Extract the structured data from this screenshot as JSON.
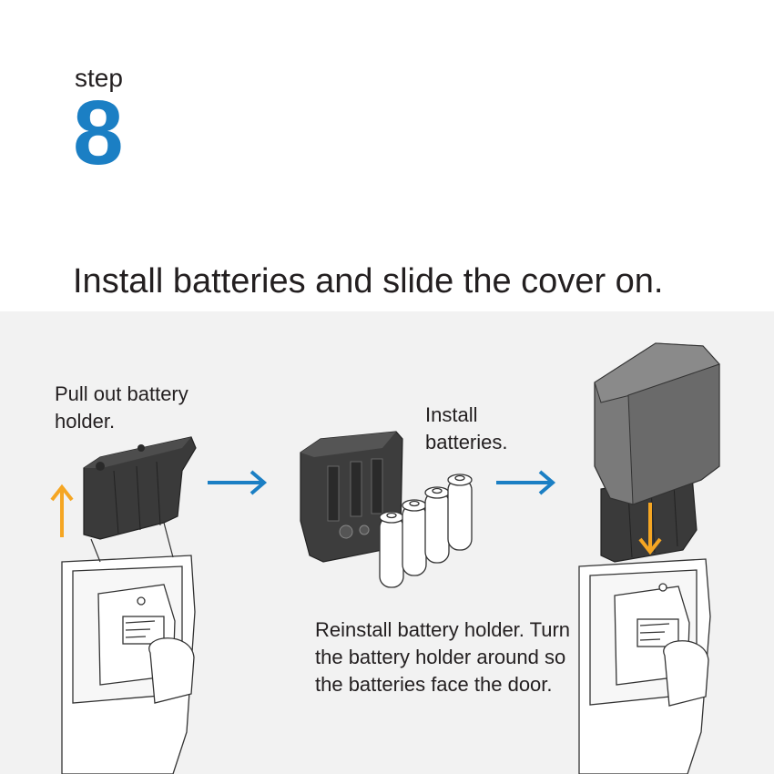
{
  "step": {
    "label": "step",
    "number": "8"
  },
  "heading": "Install batteries and slide the cover on.",
  "captions": {
    "pull_out": "Pull out battery holder.",
    "install": "Install batteries.",
    "reinstall": "Reinstall battery holder. Turn the battery holder around so the batteries face the door."
  },
  "colors": {
    "accent_blue": "#1b7fc4",
    "arrow_orange": "#f5a623",
    "panel_bg": "#f2f2f2",
    "holder_dark": "#3d3d3d",
    "cover_gray": "#6f6f6f"
  },
  "icons": [
    "up-arrow-icon",
    "right-arrow-icon",
    "down-arrow-icon",
    "battery-icon",
    "lock-body-icon",
    "battery-holder-icon",
    "cover-icon"
  ]
}
